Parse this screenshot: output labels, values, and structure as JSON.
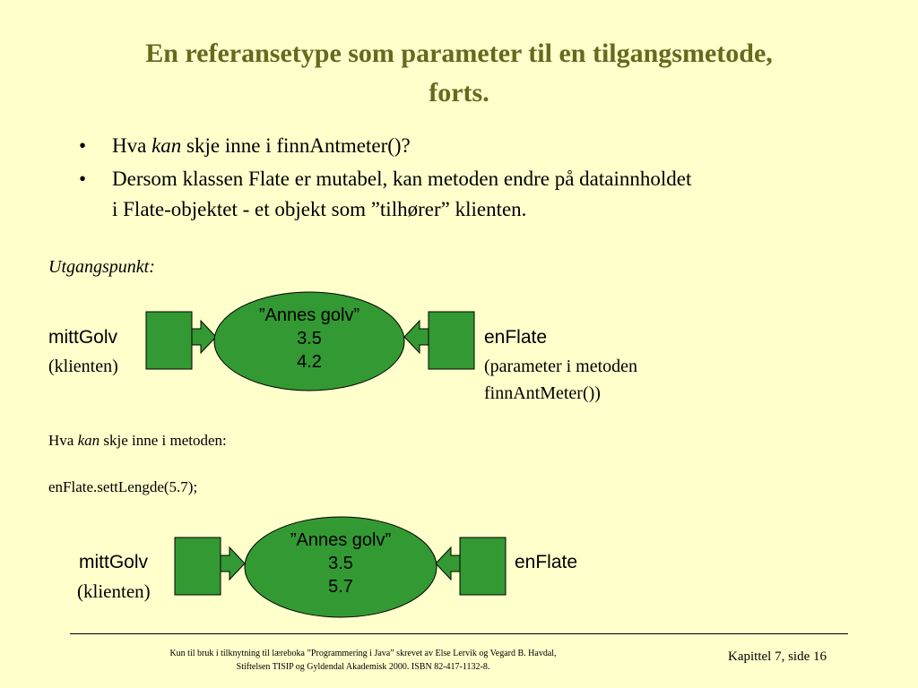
{
  "slide": {
    "title_line1": "En referansetype som parameter til en tilgangsmetode,",
    "title_line2": "forts.",
    "bullets": [
      {
        "marker": "•",
        "prefix": "Hva ",
        "emph": "kan",
        "suffix": " skje inne i finnAntmeter()?"
      },
      {
        "marker": "•",
        "line1": "Dersom klassen Flate er mutabel, kan metoden endre på datainnholdet",
        "line2": "i Flate-objektet - et objekt som ”tilhører” klienten."
      }
    ],
    "start_label": "Utgangspunkt:",
    "diagram1": {
      "ellipse_lines": [
        "”Annes golv”",
        "3.5",
        "4.2"
      ],
      "left_name": "mittGolv",
      "left_sub": "(klienten)",
      "right_name": "enFlate",
      "right_sub1": "(parameter i metoden",
      "right_sub2": "finnAntMeter())"
    },
    "question": {
      "prefix": "Hva ",
      "emph": "kan",
      "suffix": " skje inne i metoden:"
    },
    "code_line": "enFlate.settLengde(5.7);",
    "diagram2": {
      "ellipse_lines": [
        "”Annes golv”",
        "3.5",
        "5.7"
      ],
      "left_name": "mittGolv",
      "left_sub": "(klienten)",
      "right_name": "enFlate"
    },
    "footer": {
      "note_line1": "Kun til bruk i tilknytning til læreboka ”Programmering i Java” skrevet av Else Lervik og Vegard B. Havdal,",
      "note_line2": "Stiftelsen TISIP og Gyldendal Akademisk 2000. ISBN 82-417-1132-8.",
      "page": "Kapittel 7, side 16"
    },
    "colors": {
      "title": "#66691e",
      "background": "#ffffcc",
      "shape_fill": "#339933"
    }
  }
}
